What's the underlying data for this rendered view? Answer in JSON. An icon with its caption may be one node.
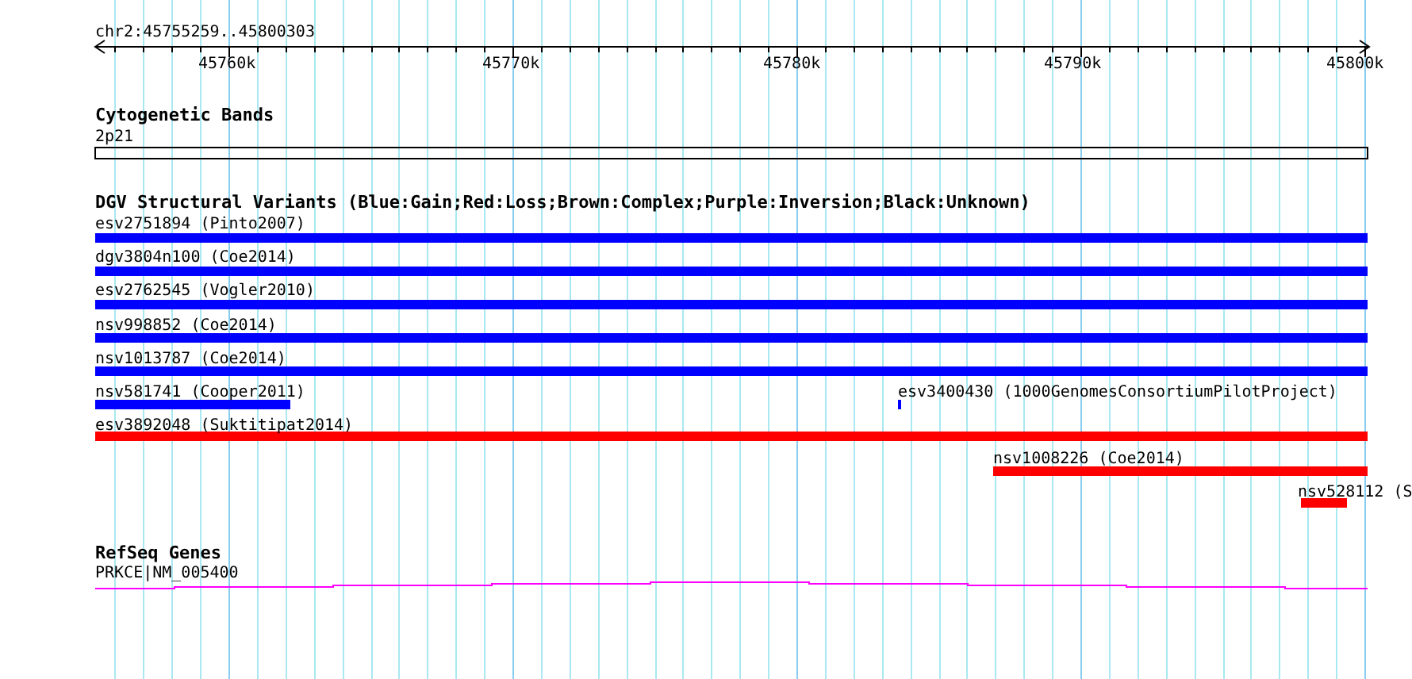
{
  "diagram": {
    "labels": [
      "chr2:45755259..45800303",
      "45760k",
      "45770k",
      "45780k",
      "45790k",
      "45800k",
      "Cytogenetic Bands",
      "2p21",
      "DGV Structural Variants (Blue:Gain;Red:Loss;Brown:Complex;Purple:Inversion;Black:Unknown)",
      "esv2751894 (Pinto2007)",
      "dgv3804n100 (Coe2014)",
      "esv2762545 (Vogler2010)",
      "nsv998852 (Coe2014)",
      "nsv1013787 (Coe2014)",
      "nsv581741 (Cooper2011)",
      "esv3400430 (1000GenomesConsortiumPilotProject)",
      "esv3892048 (Suktitipat2014)",
      "nsv1008226 (Coe2014)",
      "nsv528112 (S",
      "RefSeq Genes",
      "PRKCE|NM_005400"
    ]
  }
}
